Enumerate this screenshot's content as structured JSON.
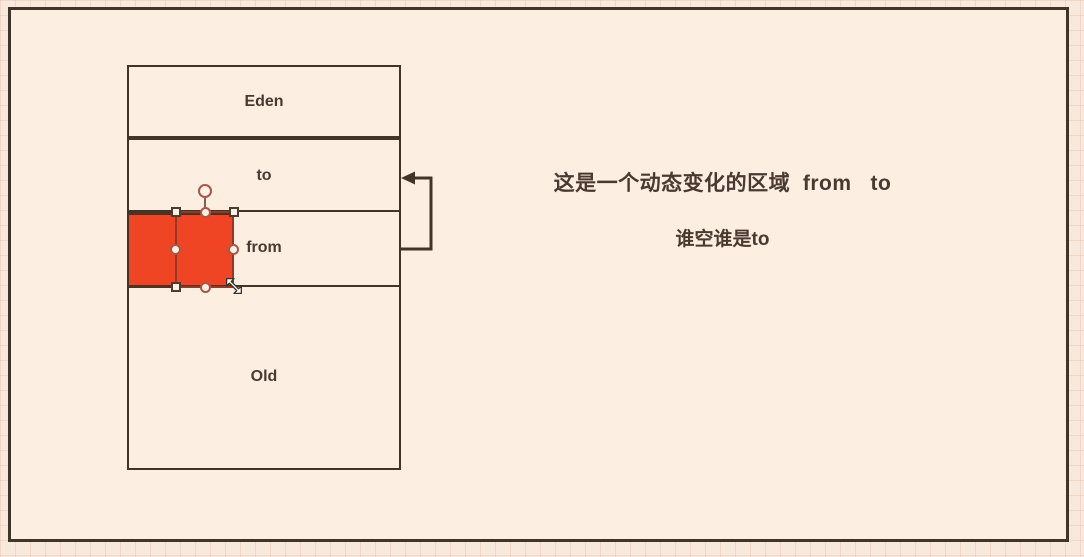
{
  "canvas": {
    "background_color": "#f9e9dc",
    "frame_fill_color": "#fcefe2",
    "stroke_color": "#43342a",
    "accent_red": "#f04524"
  },
  "memory_diagram": {
    "regions": [
      {
        "label": "Eden"
      },
      {
        "label": "to"
      },
      {
        "label": "from"
      },
      {
        "label": "Old"
      }
    ]
  },
  "annotation": {
    "line1": "这是一个动态变化的区域  from   to",
    "line2": "谁空谁是to"
  },
  "icons": {
    "arrow_connector": "left-arrow-loop",
    "resize_cursor": "nwse-resize-arrow",
    "rotate_handle": "rotation-circle"
  }
}
